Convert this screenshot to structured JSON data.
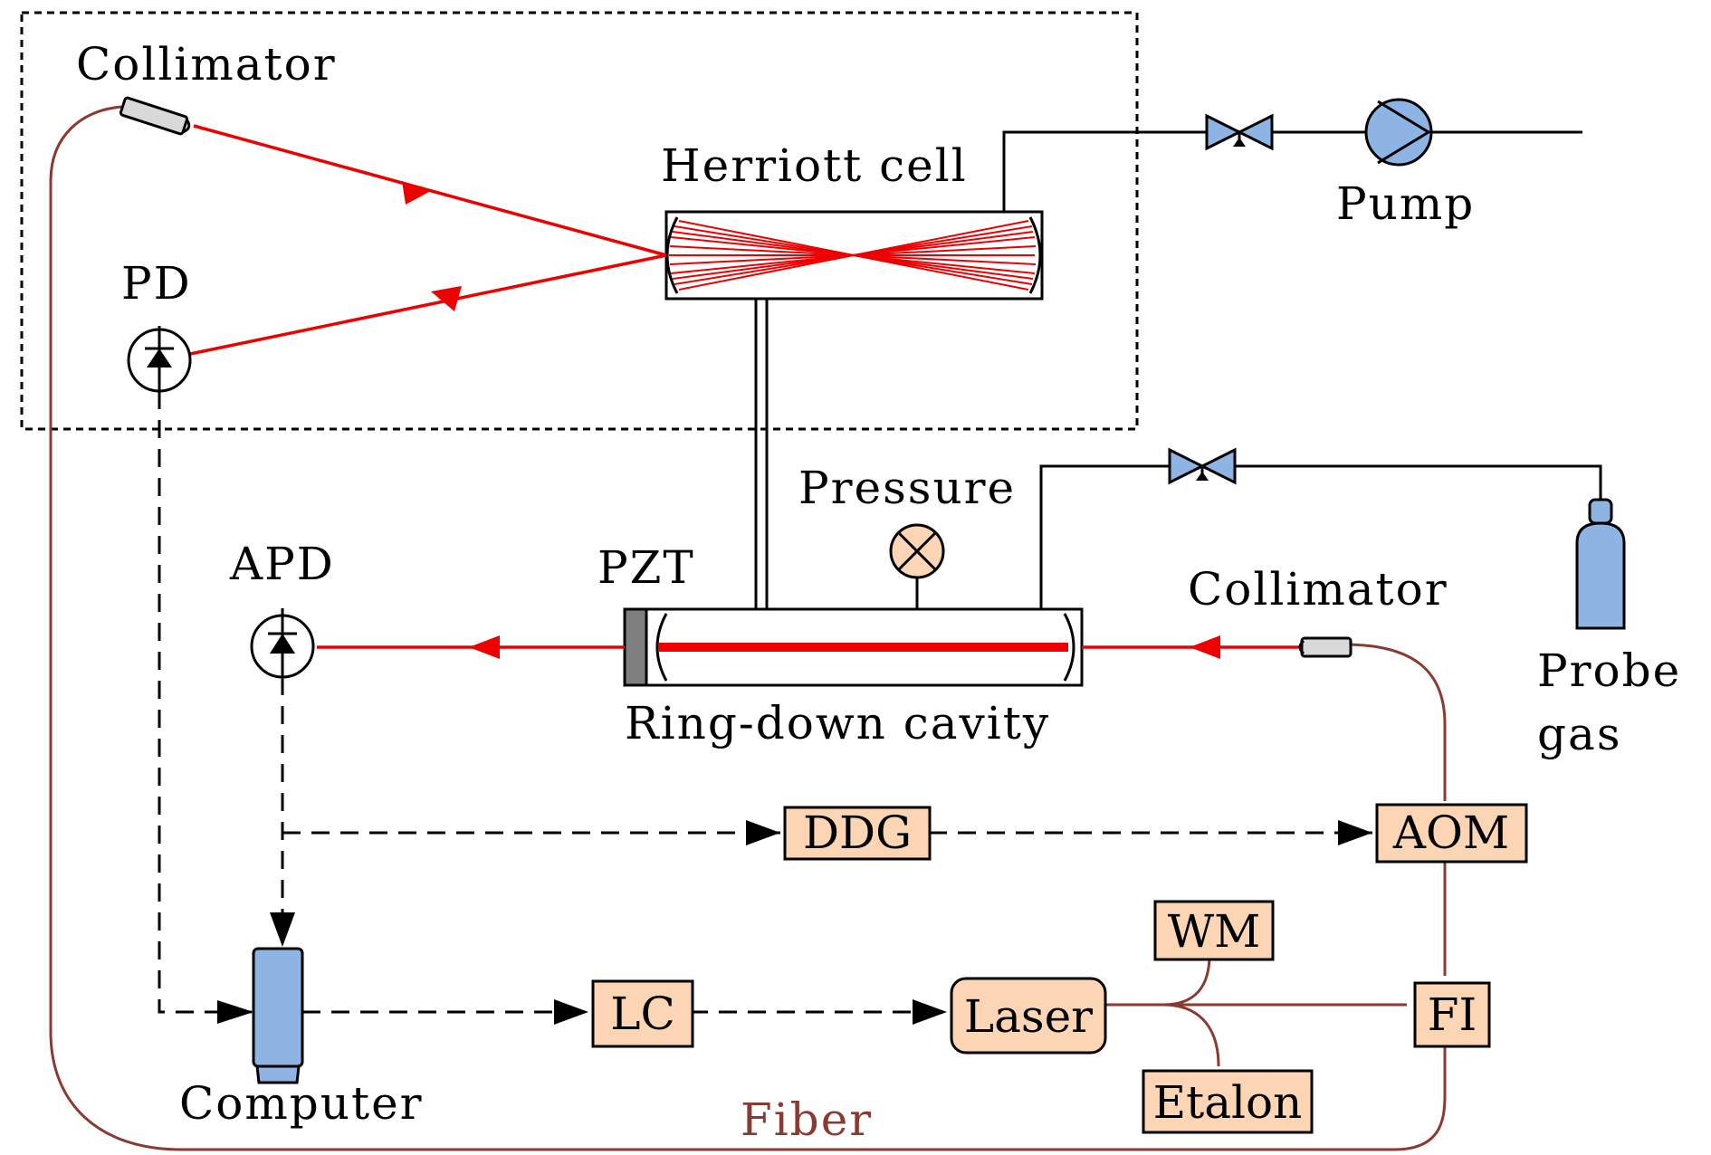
{
  "labels": {
    "collimator_top": "Collimator",
    "herriott": "Herriott cell",
    "pump": "Pump",
    "pd": "PD",
    "pressure": "Pressure",
    "apd": "APD",
    "pzt": "PZT",
    "collimator_right": "Collimator",
    "probe_gas_line1": "Probe",
    "probe_gas_line2": "gas",
    "ringdown": "Ring-down cavity",
    "ddg": "DDG",
    "aom": "AOM",
    "wm": "WM",
    "computer": "Computer",
    "lc": "LC",
    "laser": "Laser",
    "fi": "FI",
    "etalon": "Etalon",
    "fiber": "Fiber"
  },
  "colors": {
    "laser_beam": "#ee0000",
    "fiber": "#8b3a32",
    "box_fill": "#fcd5b5",
    "device_blue": "#8eb4e3",
    "pzt_gray": "#7f7f7f"
  }
}
